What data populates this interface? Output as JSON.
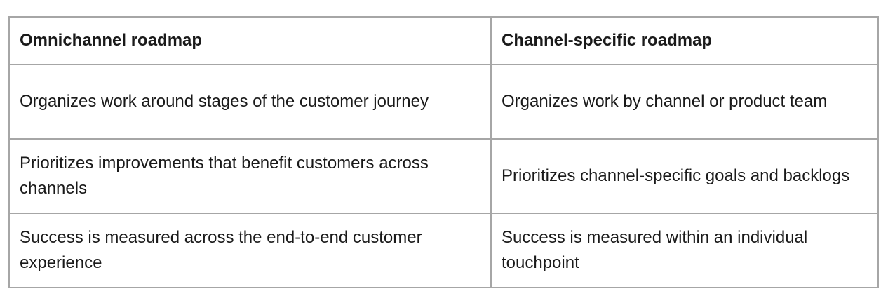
{
  "table": {
    "headers": [
      "Omnichannel roadmap",
      "Channel-specific roadmap"
    ],
    "rows": [
      [
        "Organizes work around stages of the customer journey",
        "Organizes work by channel or product team"
      ],
      [
        "Prioritizes improvements that benefit customers across channels",
        "Prioritizes channel-specific goals and backlogs"
      ],
      [
        "Success is measured across the end-to-end customer experience",
        "Success is measured within an individual touchpoint"
      ]
    ]
  }
}
